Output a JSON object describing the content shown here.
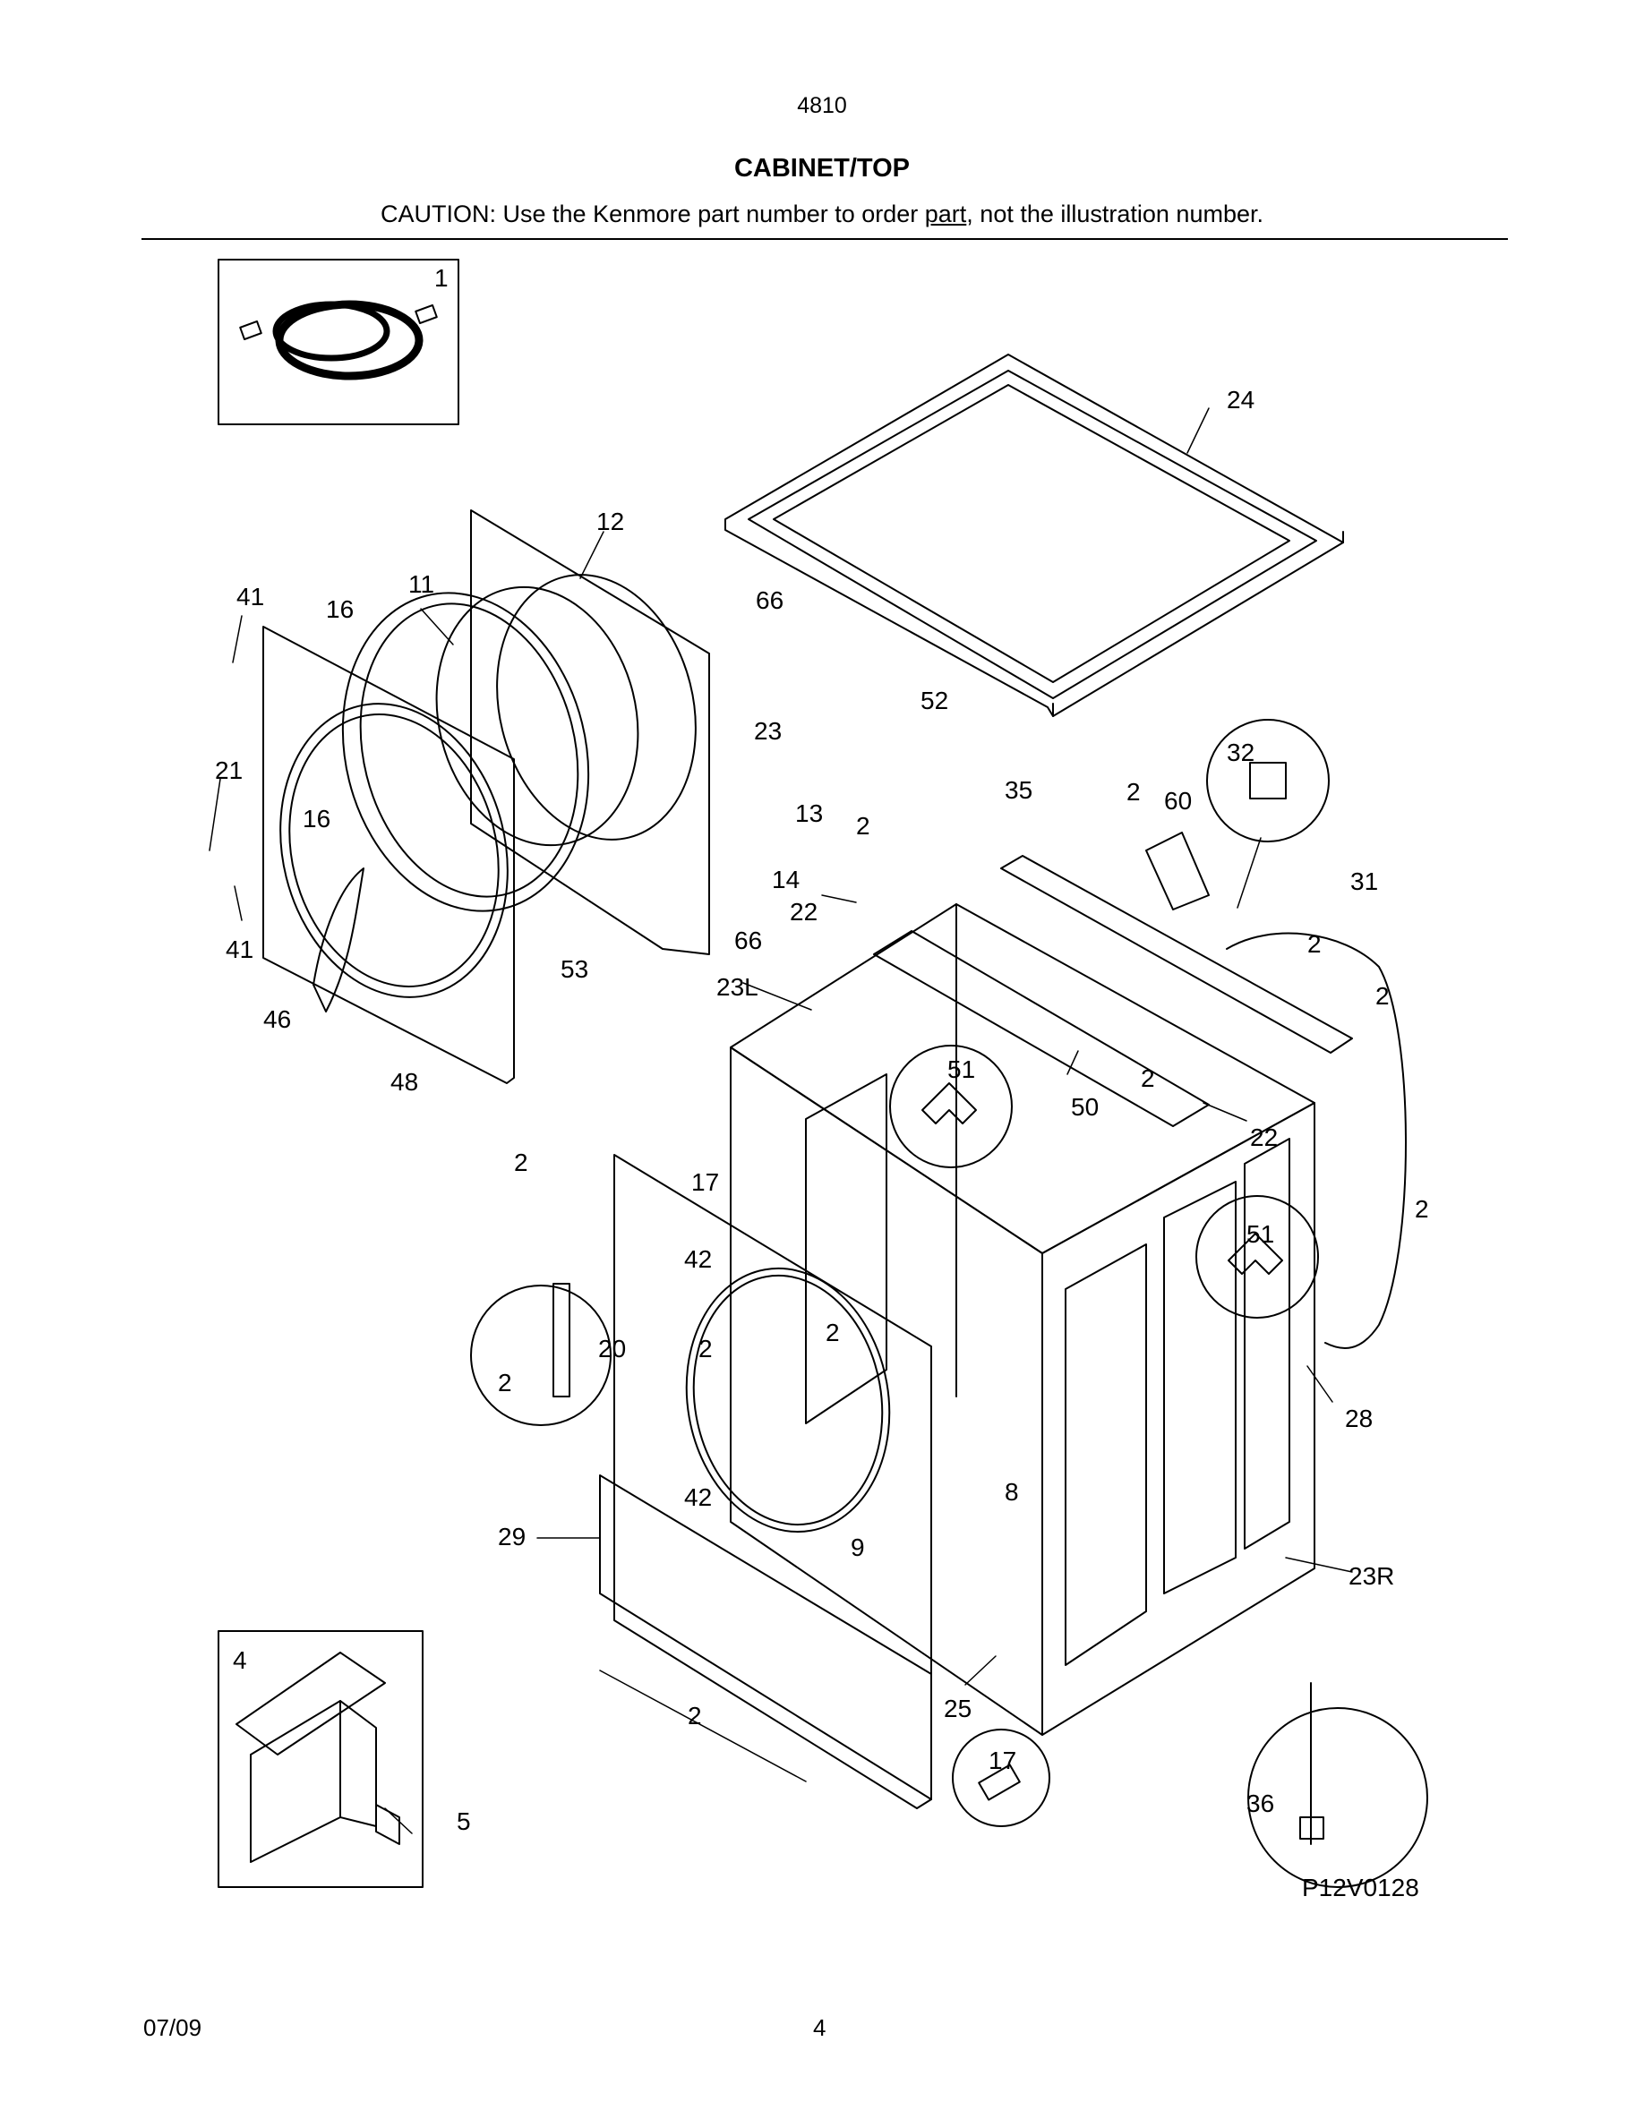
{
  "header": {
    "model": "4810",
    "title": "CABINET/TOP",
    "caution_before": "CAUTION: Use the Kenmore part number to order ",
    "caution_underlined": "part",
    "caution_after": ", not the illustration number."
  },
  "diagram": {
    "figure_id": "P12V0128",
    "callouts": [
      "1",
      "24",
      "12",
      "41",
      "16",
      "11",
      "66",
      "52",
      "23",
      "21",
      "32",
      "35",
      "2",
      "60",
      "16",
      "13",
      "2",
      "14",
      "31",
      "22",
      "66",
      "2",
      "41",
      "53",
      "23L",
      "2",
      "46",
      "48",
      "51",
      "50",
      "2",
      "22",
      "2",
      "17",
      "2",
      "51",
      "42",
      "20",
      "2",
      "2",
      "2",
      "28",
      "42",
      "8",
      "29",
      "9",
      "23R",
      "4",
      "2",
      "25",
      "17",
      "5",
      "36"
    ]
  },
  "footer": {
    "date": "07/09",
    "page": "4"
  }
}
